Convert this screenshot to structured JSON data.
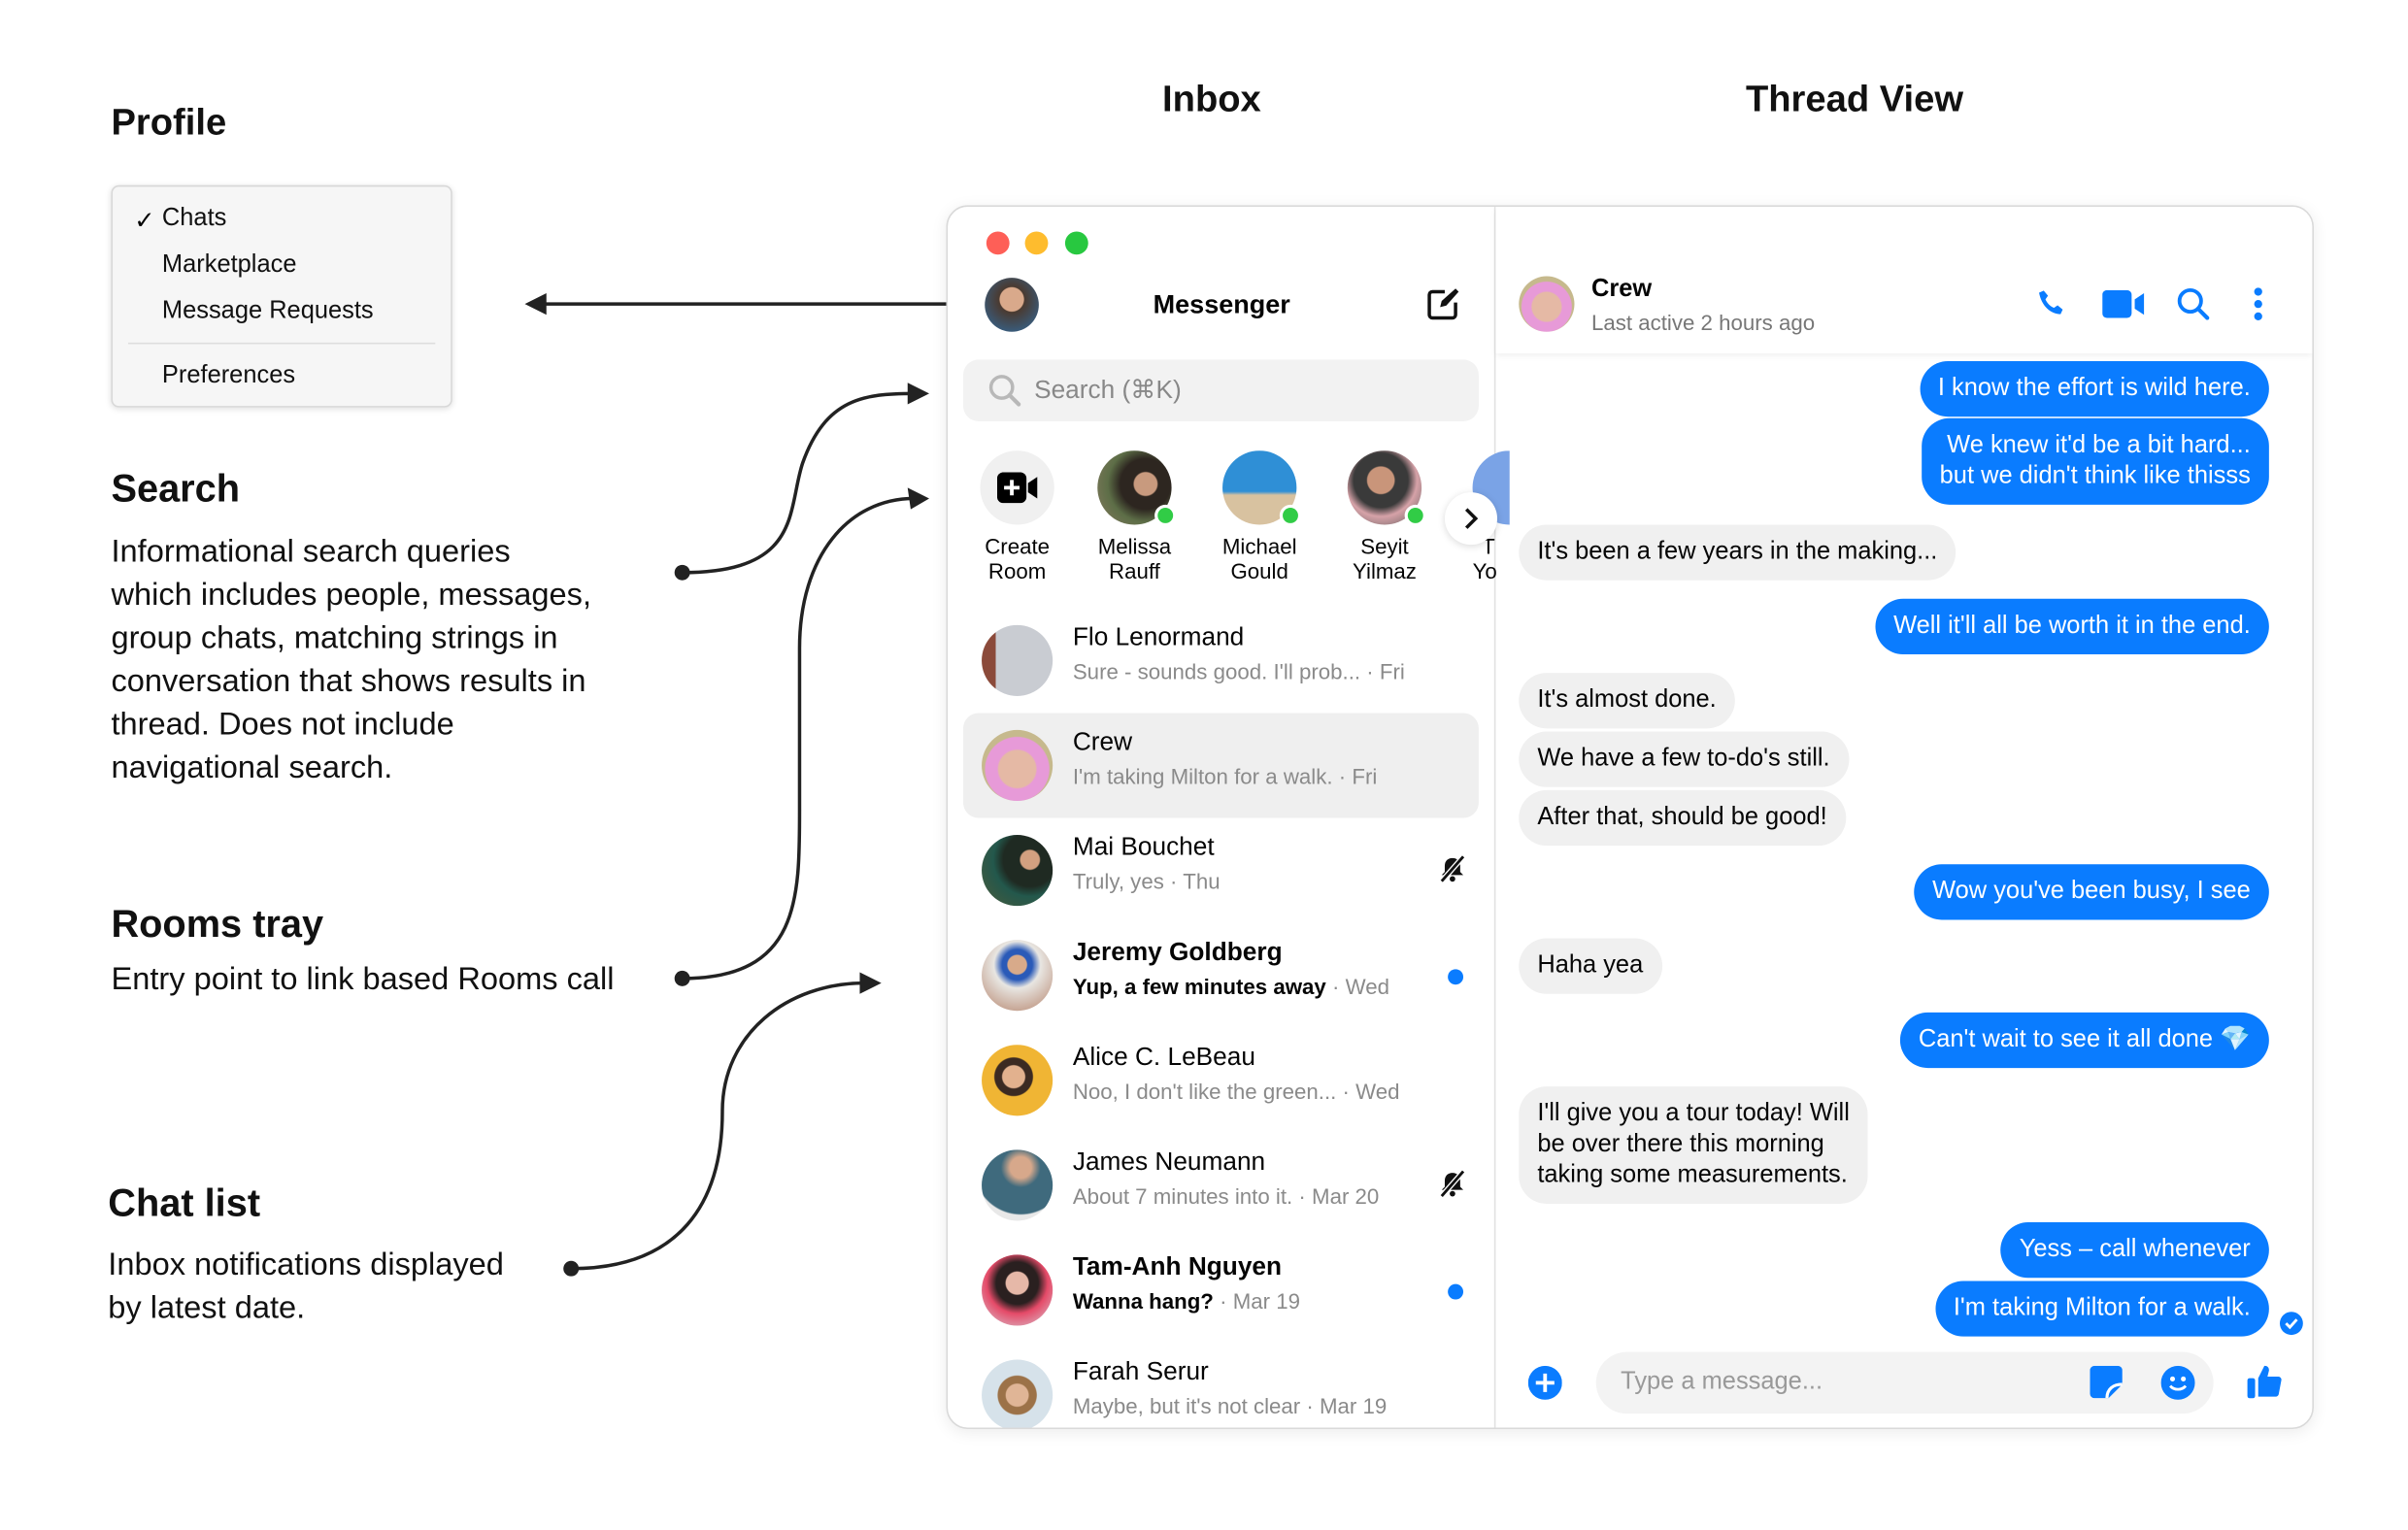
{
  "annotations": {
    "profile": {
      "title": "Profile"
    },
    "inbox": {
      "title": "Inbox"
    },
    "thread_view": {
      "title": "Thread View"
    },
    "search": {
      "title": "Search",
      "lines": [
        "Informational search queries",
        "which includes people, messages,",
        "group chats, matching strings in",
        "conversation that shows results in",
        "thread. Does not include",
        "navigational search."
      ]
    },
    "rooms_tray": {
      "title": "Rooms tray",
      "lines": [
        "Entry point to link based Rooms call"
      ]
    },
    "chat_list": {
      "title": "Chat list",
      "lines": [
        "Inbox notifications displayed",
        "by latest date."
      ]
    }
  },
  "profile_menu": {
    "check": "✓",
    "items": [
      "Chats",
      "Marketplace",
      "Message Requests",
      "Preferences"
    ],
    "selected": "Chats"
  },
  "inbox": {
    "title": "Messenger",
    "search_placeholder": "Search (⌘K)",
    "rooms": [
      {
        "line1": "Create",
        "line2": "Room"
      },
      {
        "line1": "Melissa",
        "line2": "Rauff",
        "online": true
      },
      {
        "line1": "Michael",
        "line2": "Gould",
        "online": true
      },
      {
        "line1": "Seyit",
        "line2": "Yilmaz",
        "online": true
      },
      {
        "line1": "T",
        "line2": "Yo"
      }
    ],
    "chats": [
      {
        "name": "Flo Lenormand",
        "preview": "Sure - sounds good. I'll prob...",
        "time": "Fri"
      },
      {
        "name": "Crew",
        "preview": "I'm taking Milton for a walk.",
        "time": "Fri",
        "selected": true
      },
      {
        "name": "Mai Bouchet",
        "preview": "Truly, yes",
        "time": "Thu",
        "muted": true
      },
      {
        "name": "Jeremy Goldberg",
        "preview": "Yup, a few minutes away",
        "time": "Wed",
        "unread": true
      },
      {
        "name": "Alice C. LeBeau",
        "preview": "Noo, I don't like the green...",
        "time": "Wed"
      },
      {
        "name": "James Neumann",
        "preview": "About 7 minutes into it.",
        "time": "Mar 20",
        "muted": true
      },
      {
        "name": "Tam-Anh Nguyen",
        "preview": "Wanna hang?",
        "time": "Mar 19",
        "unread": true
      },
      {
        "name": "Farah Serur",
        "preview": "Maybe, but it's not clear",
        "time": "Mar 19"
      }
    ],
    "separator": " · "
  },
  "thread": {
    "name": "Crew",
    "status": "Last active 2 hours ago",
    "messages": [
      {
        "from": "me",
        "text": "I know the effort is wild here."
      },
      {
        "from": "me",
        "text": "We knew it'd be a bit hard...\nbut we didn't think like thisss"
      },
      {
        "from": "them",
        "text": "It's been a few years in the making..."
      },
      {
        "from": "me",
        "text": "Well it'll all be worth it in the end."
      },
      {
        "from": "them",
        "text": "It's almost done."
      },
      {
        "from": "them",
        "text": "We have a few to-do's still."
      },
      {
        "from": "them",
        "text": "After that, should be good!"
      },
      {
        "from": "me",
        "text": "Wow you've been busy, I see"
      },
      {
        "from": "them",
        "text": "Haha yea"
      },
      {
        "from": "me",
        "text": "Can't wait to see it all done 💎"
      },
      {
        "from": "them",
        "text": "I'll give you a tour today! Will\nbe over there this morning\ntaking some measurements."
      },
      {
        "from": "me",
        "text": "Yess – call whenever"
      },
      {
        "from": "me",
        "text": "I'm taking Milton for a walk.",
        "read": true
      }
    ],
    "composer_placeholder": "Type a message..."
  },
  "colors": {
    "accent": "#0a7cff",
    "online": "#31cc46",
    "close": "#fe5f57",
    "minimize": "#febc2e",
    "zoom": "#28c840"
  }
}
